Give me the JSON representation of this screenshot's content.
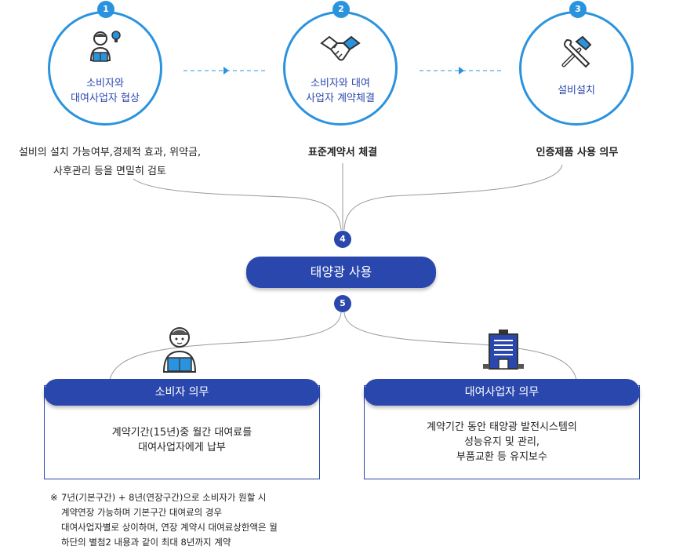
{
  "steps": [
    {
      "num": "1",
      "label": "소비자와\n대여사업자 협상",
      "icon": "consumer-reading-idea-icon",
      "description": "설비의 설치 가능여부,경제적 효과, 위약금,\n사후관리 등을 면밀히 검토"
    },
    {
      "num": "2",
      "label": "소비자와 대여\n사업자 계약체결",
      "icon": "handshake-icon",
      "description": "표준계약서 체결"
    },
    {
      "num": "3",
      "label": "설비설치",
      "icon": "tools-icon",
      "description": "인증제품 사용 의무"
    }
  ],
  "center": {
    "num4": "4",
    "title": "태양광 사용",
    "num5": "5"
  },
  "duties": [
    {
      "title": "소비자 의무",
      "icon": "consumer-reading-icon",
      "text": "계약기간(15년)중 월간 대여료를\n대여사업자에게 납부"
    },
    {
      "title": "대여사업자 의무",
      "icon": "building-icon",
      "text": "계약기간 동안 태양광 발전시스템의\n성능유지 및 관리,\n부품교환 등 유지보수"
    }
  ],
  "note": {
    "mark": "※",
    "text": "7년(기본구간) + 8년(연장구간)으로 소비자가  원할 시\n계약연장 가능하며 기본구간 대여료의 경우\n대여사업자별로 상이하며, 연장 계약시 대여료상한액은 월\n하단의 별첨2 내용과 같이 최대 8년까지 계약"
  },
  "colors": {
    "accent": "#2b93de",
    "primary": "#2a47ad",
    "line": "#999999"
  }
}
